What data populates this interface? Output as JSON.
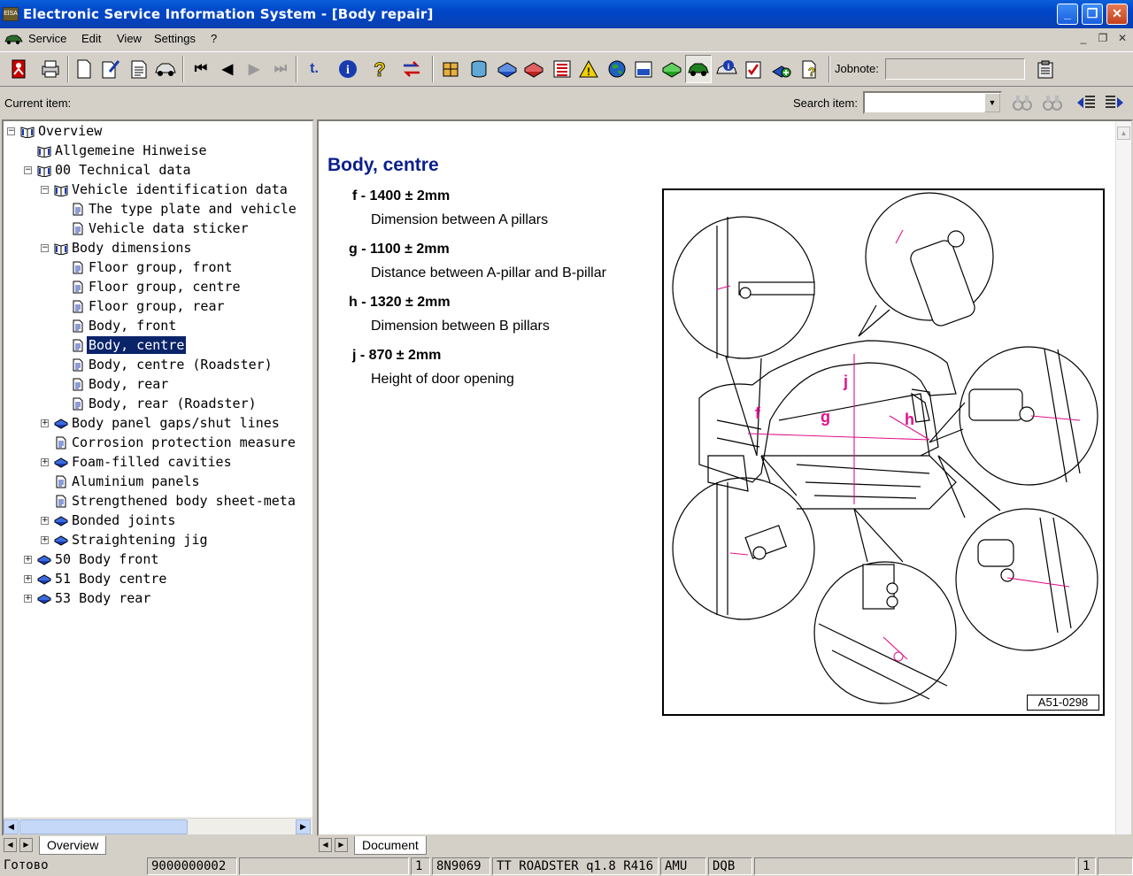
{
  "window": {
    "title": "Electronic Service Information System - [Body repair]",
    "app_icon": "ElSA"
  },
  "menu": [
    "Service",
    "Edit",
    "View",
    "Settings",
    "?"
  ],
  "toolbar": {
    "jobnote_label": "Jobnote:",
    "jobnote_value": ""
  },
  "item_row": {
    "current_item_label": "Current item:",
    "current_item_value": "",
    "search_label": "Search item:",
    "search_value": ""
  },
  "tree": [
    {
      "label": "Overview",
      "level": 0,
      "expander": "−",
      "icon": "book-open"
    },
    {
      "label": "Allgemeine Hinweise",
      "level": 1,
      "expander": "",
      "icon": "book-open"
    },
    {
      "label": "00 Technical data",
      "level": 1,
      "expander": "−",
      "icon": "book-open"
    },
    {
      "label": "Vehicle identification data",
      "level": 2,
      "expander": "−",
      "icon": "book-open"
    },
    {
      "label": "The type plate and vehicle",
      "level": 3,
      "expander": "",
      "icon": "page"
    },
    {
      "label": "Vehicle data sticker",
      "level": 3,
      "expander": "",
      "icon": "page"
    },
    {
      "label": "Body dimensions",
      "level": 2,
      "expander": "−",
      "icon": "book-open"
    },
    {
      "label": "Floor group, front",
      "level": 3,
      "expander": "",
      "icon": "page"
    },
    {
      "label": "Floor group, centre",
      "level": 3,
      "expander": "",
      "icon": "page"
    },
    {
      "label": "Floor group, rear",
      "level": 3,
      "expander": "",
      "icon": "page"
    },
    {
      "label": "Body, front",
      "level": 3,
      "expander": "",
      "icon": "page"
    },
    {
      "label": "Body, centre",
      "level": 3,
      "expander": "",
      "icon": "page",
      "selected": true
    },
    {
      "label": "Body, centre (Roadster)",
      "level": 3,
      "expander": "",
      "icon": "page"
    },
    {
      "label": "Body, rear",
      "level": 3,
      "expander": "",
      "icon": "page"
    },
    {
      "label": "Body, rear (Roadster)",
      "level": 3,
      "expander": "",
      "icon": "page"
    },
    {
      "label": "Body panel gaps/shut lines",
      "level": 2,
      "expander": "+",
      "icon": "book-closed"
    },
    {
      "label": "Corrosion protection measure",
      "level": 2,
      "expander": "",
      "icon": "page"
    },
    {
      "label": "Foam-filled cavities",
      "level": 2,
      "expander": "+",
      "icon": "book-closed"
    },
    {
      "label": "Aluminium panels",
      "level": 2,
      "expander": "",
      "icon": "page"
    },
    {
      "label": "Strengthened body sheet-meta",
      "level": 2,
      "expander": "",
      "icon": "page"
    },
    {
      "label": "Bonded joints",
      "level": 2,
      "expander": "+",
      "icon": "book-closed"
    },
    {
      "label": "Straightening jig",
      "level": 2,
      "expander": "+",
      "icon": "book-closed"
    },
    {
      "label": "50 Body front",
      "level": 1,
      "expander": "+",
      "icon": "book-closed"
    },
    {
      "label": "51 Body centre",
      "level": 1,
      "expander": "+",
      "icon": "book-closed"
    },
    {
      "label": "53 Body rear",
      "level": 1,
      "expander": "+",
      "icon": "book-closed"
    }
  ],
  "document": {
    "title": "Body, centre",
    "specs": [
      {
        "label": "f - 1400 ± 2mm",
        "desc": "Dimension between A pillars"
      },
      {
        "label": "g - 1100 ± 2mm",
        "desc": "Distance between A-pillar and B-pillar"
      },
      {
        "label": "h - 1320 ± 2mm",
        "desc": "Dimension between B pillars"
      },
      {
        "label": "j - 870 ± 2mm",
        "desc": "Height of door opening"
      }
    ],
    "figure_labels": [
      "f",
      "g",
      "h",
      "j"
    ],
    "figure_code": "A51-0298"
  },
  "tabs": {
    "left": "Overview",
    "right": "Document"
  },
  "status": [
    "Готово",
    "9000000002",
    "",
    "1",
    "8N9069",
    "TT ROADSTER q1.8 R416",
    "AMU",
    "DQB",
    "",
    "1",
    ""
  ],
  "colors": {
    "title_blue": "#0a1f8a",
    "dim_line": "#e0108a",
    "selection": "#0a246a"
  }
}
